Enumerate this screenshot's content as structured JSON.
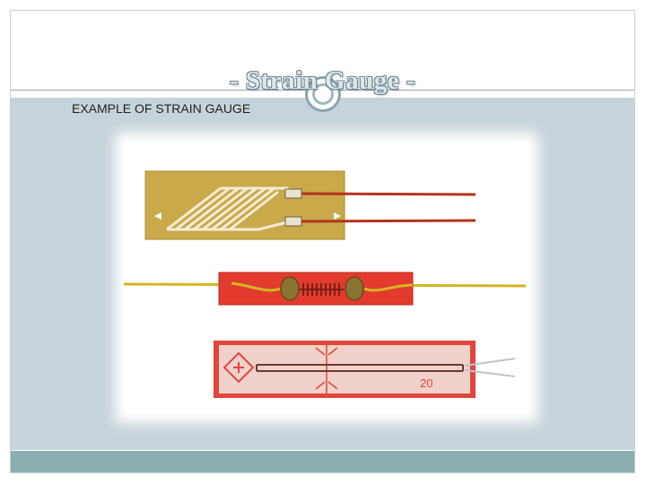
{
  "slide": {
    "title": "- Strain Gauge -",
    "subtitle": "EXAMPLE OF STRAIN GAUGE",
    "gauge_label_number": "20",
    "colors": {
      "content_background": "#c6d3da",
      "footer_bar": "#8daeb0",
      "title_fill": "#dde7ec",
      "title_outline": "#6f8893",
      "gauge_yellow": "#c9a94a",
      "gauge_red": "#e23b2e",
      "gauge_pink": "#f1d1cc"
    },
    "icons": {
      "title_ring": "circle-ring-icon",
      "logo": "kyowa-logo-icon"
    }
  }
}
